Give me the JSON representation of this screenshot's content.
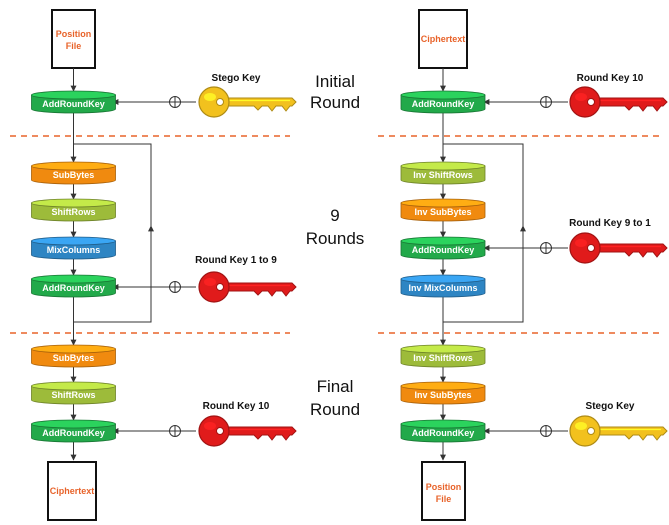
{
  "colors": {
    "addroundkey": "#22a94a",
    "subbytes": "#f08a0f",
    "shiftrows": "#9dbb3a",
    "mixcolumns": "#2e85c3",
    "divider": "#e8632a",
    "stego_key": "#f2c11e",
    "round_key": "#e01b1b"
  },
  "sections": {
    "initial_line1": "Initial",
    "initial_line2": "Round",
    "rounds_line1": "9",
    "rounds_line2": "Rounds",
    "final_line1": "Final",
    "final_line2": "Round"
  },
  "encryption": {
    "input_doc_line1": "Position",
    "input_doc_line2": "File",
    "output_doc": "Ciphertext",
    "initial_step": "AddRoundKey",
    "main_steps": [
      "SubBytes",
      "ShiftRows",
      "MixColumns",
      "AddRoundKey"
    ],
    "final_steps": [
      "SubBytes",
      "ShiftRows",
      "AddRoundKey"
    ],
    "keys": {
      "initial": "Stego Key",
      "rounds": "Round Key 1 to 9",
      "final": "Round Key 10"
    }
  },
  "decryption": {
    "input_doc": "Ciphertext",
    "output_doc_line1": "Position",
    "output_doc_line2": "File",
    "initial_step": "AddRoundKey",
    "main_steps": [
      "Inv ShiftRows",
      "Inv SubBytes",
      "AddRoundKey",
      "Inv MixColumns"
    ],
    "final_steps": [
      "Inv ShiftRows",
      "Inv SubBytes",
      "AddRoundKey"
    ],
    "keys": {
      "initial": "Round Key 10",
      "rounds": "Round Key 9 to 1",
      "final": "Stego Key"
    }
  }
}
